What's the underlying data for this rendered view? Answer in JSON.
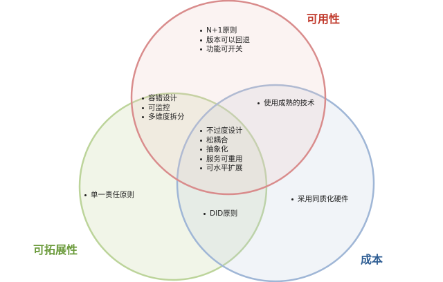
{
  "sets": {
    "availability": {
      "title": "可用性",
      "color": "#c0392b"
    },
    "scalability": {
      "title": "可拓展性",
      "color": "#6a9a3a"
    },
    "cost": {
      "title": "成本",
      "color": "#2e5d93"
    }
  },
  "regions": {
    "availability_only": [
      "N+1原则",
      "版本可以回退",
      "功能可开关"
    ],
    "availability_scalability": [
      "容错设计",
      "可监控",
      "多维度拆分"
    ],
    "availability_cost": [
      "使用成熟的技术"
    ],
    "all_three": [
      "不过度设计",
      "松耦合",
      "抽象化",
      "服务可重用",
      "可水平扩展"
    ],
    "scalability_only": [
      "单一责任原则"
    ],
    "scalability_cost": [
      "DID原则"
    ],
    "cost_only": [
      "采用同质化硬件"
    ]
  }
}
